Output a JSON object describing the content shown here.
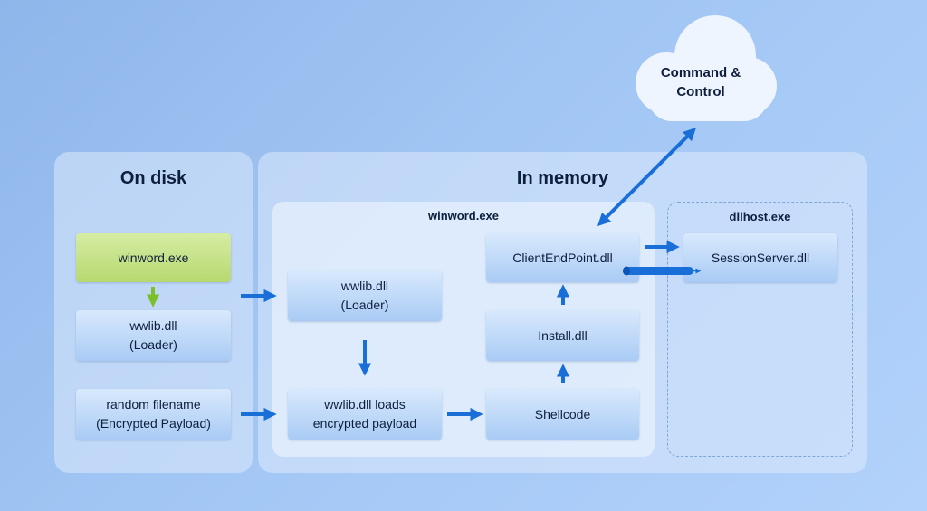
{
  "cloud": {
    "label": "Command &\nControl"
  },
  "on_disk": {
    "title": "On disk",
    "nodes": {
      "winword": "winword.exe",
      "wwlib": "wwlib.dll\n(Loader)",
      "random": "random filename\n(Encrypted Payload)"
    }
  },
  "in_memory": {
    "title": "In memory",
    "winword_group": {
      "title": "winword.exe",
      "nodes": {
        "wwlib": "wwlib.dll\n(Loader)",
        "loads": "wwlib.dll loads\nencrypted payload",
        "shellcode": "Shellcode",
        "install": "Install.dll",
        "client": "ClientEndPoint.dll"
      }
    },
    "dllhost_group": {
      "title": "dllhost.exe",
      "nodes": {
        "session": "SessionServer.dll"
      }
    }
  },
  "colors": {
    "arrow_blue": "#1a6ed8",
    "arrow_green": "#7bbf2a",
    "node_green": "#c6e08a",
    "node_blue": "#bcd8f8"
  }
}
